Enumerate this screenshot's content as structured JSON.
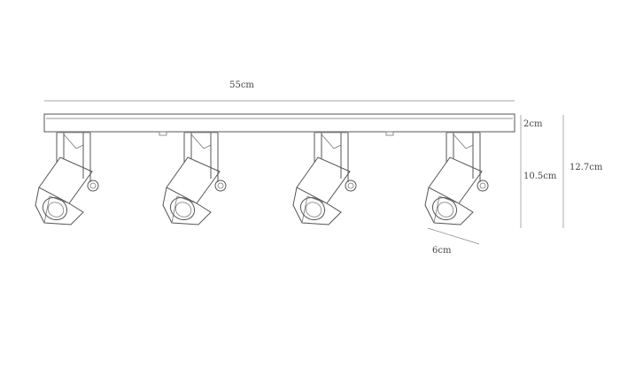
{
  "dimensions": {
    "total_width": "55cm",
    "bar_height": "2cm",
    "spot_height": "10.5cm",
    "total_height": "12.7cm",
    "spot_depth": "6cm"
  },
  "spotlight_count": 4,
  "colors": {
    "line": "#555555",
    "dimension_line": "#888888",
    "label": "#444444",
    "background": "#ffffff"
  }
}
